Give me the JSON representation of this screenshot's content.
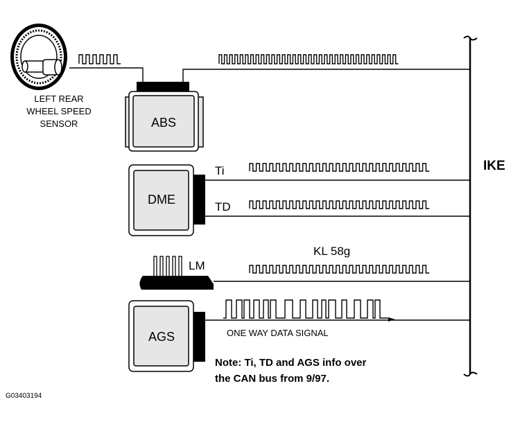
{
  "sensor_label": [
    "LEFT REAR",
    "WHEEL SPEED",
    "SENSOR"
  ],
  "modules": {
    "abs": "ABS",
    "dme": "DME",
    "ags": "AGS",
    "lm": "LM"
  },
  "signals": {
    "ti": "Ti",
    "td": "TD",
    "kl58g": "KL 58g",
    "one_way": "ONE WAY DATA SIGNAL"
  },
  "ike_label": "IKE",
  "note": [
    "Note: Ti, TD and AGS info over",
    "the CAN bus from 9/97."
  ],
  "figure_id": "G03403194",
  "colors": {
    "line": "#000000",
    "module_fill": "#e6e6e6",
    "background": "#ffffff"
  }
}
